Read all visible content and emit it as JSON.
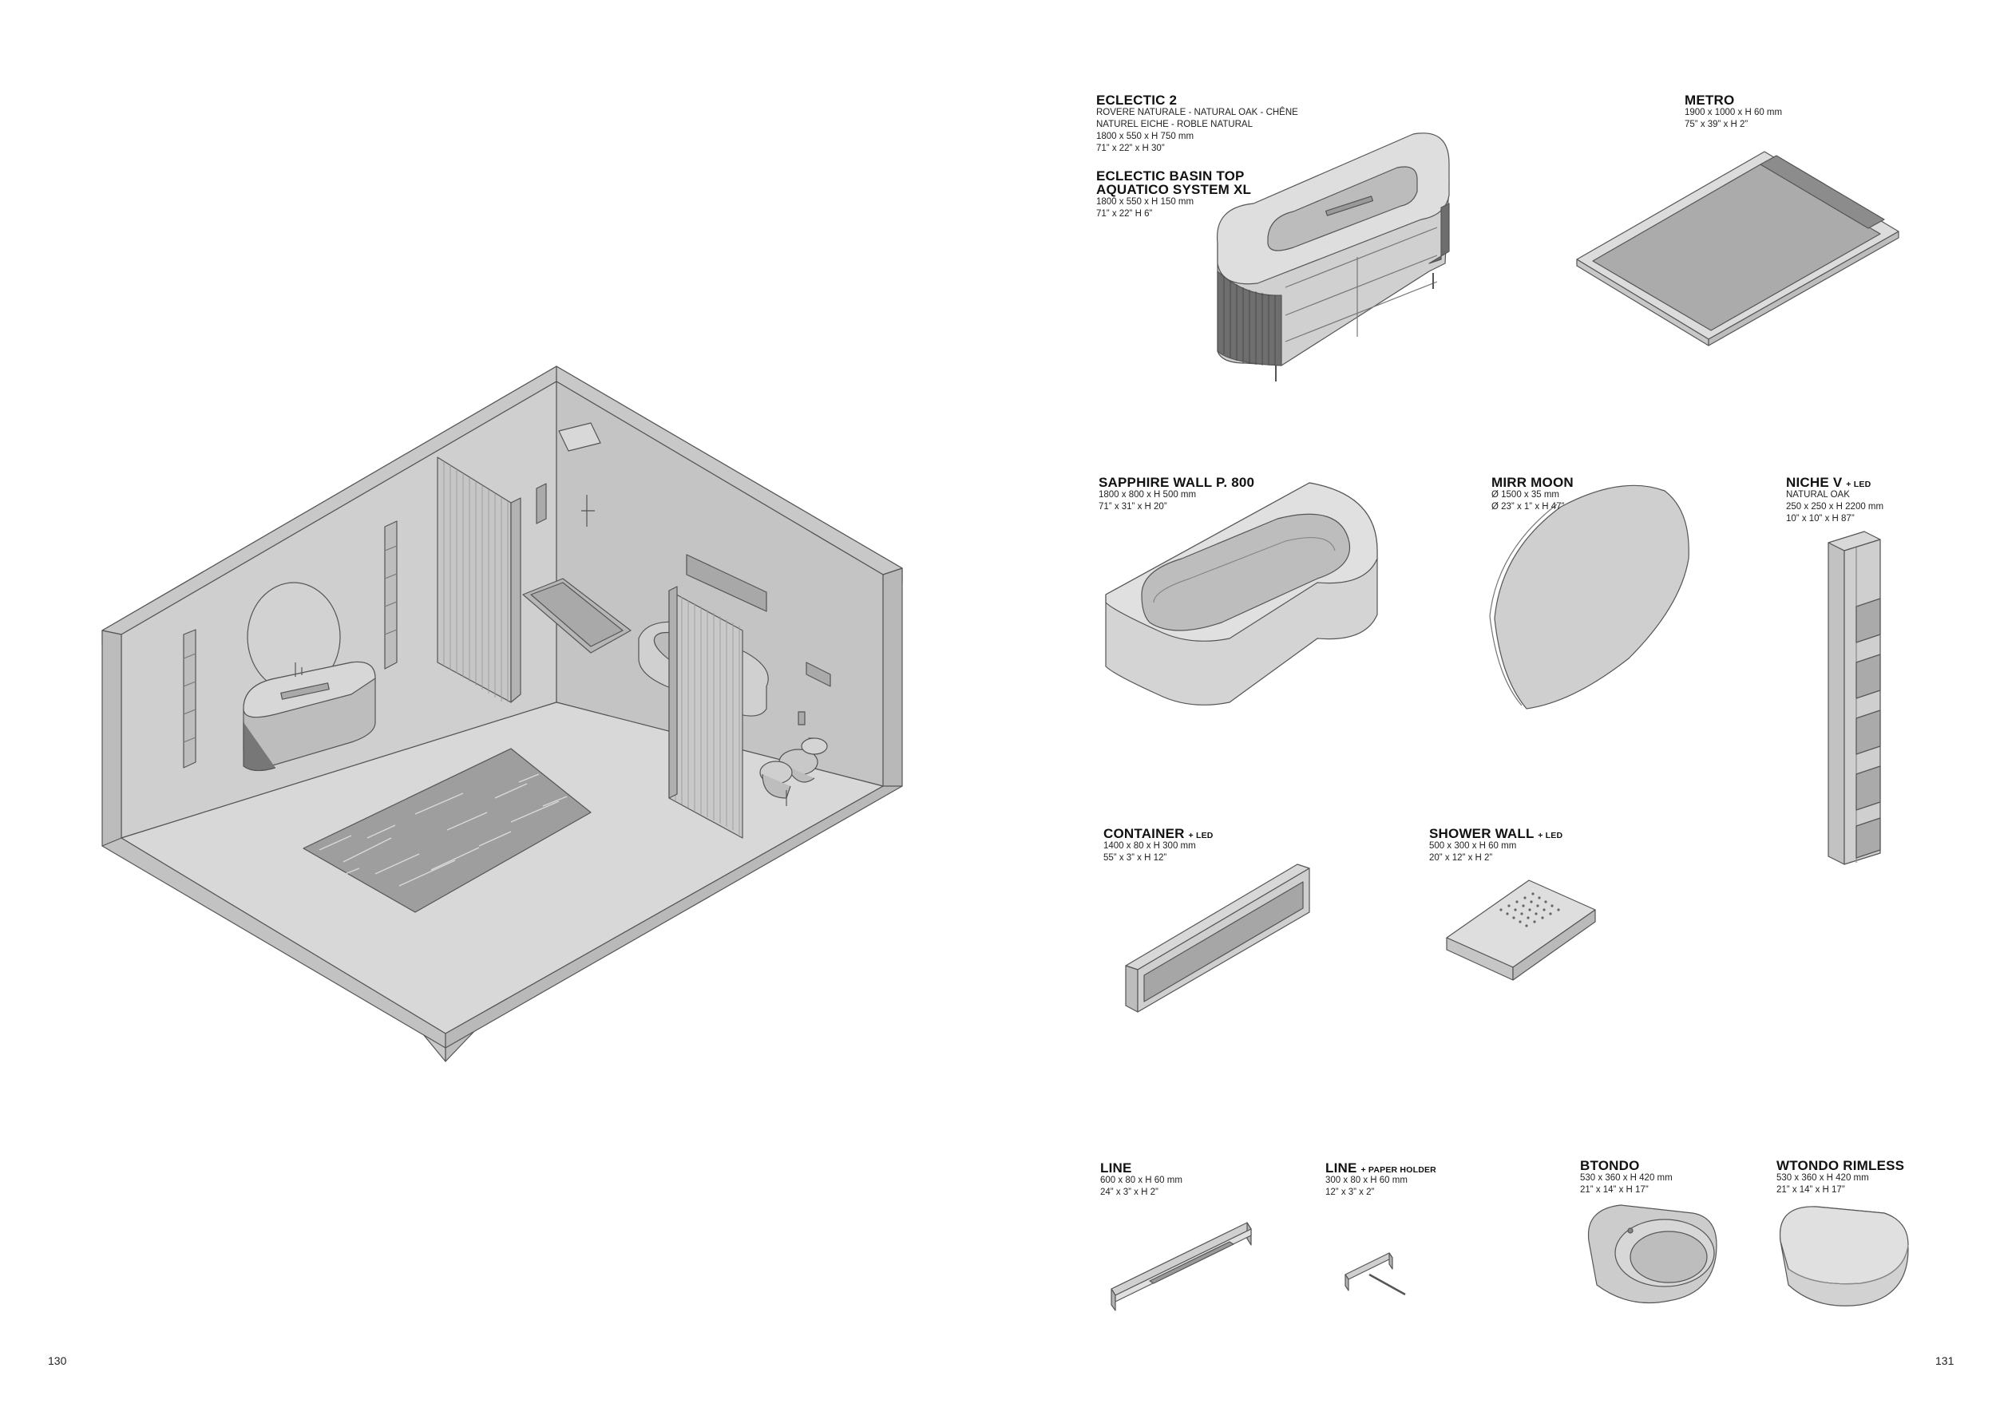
{
  "page_numbers": {
    "left": "130",
    "right": "131"
  },
  "products": [
    {
      "id": "eclectic-2",
      "title": "ECLECTIC 2",
      "suffix": "",
      "lines": [
        "ROVERE NATURALE - NATURAL OAK - CHÊNE",
        "NATUREL EICHE - ROBLE NATURAL",
        "1800 x 550 x H 750 mm",
        "71” x 22” x H 30”"
      ]
    },
    {
      "id": "eclectic-basin-top",
      "title": "ECLECTIC BASIN TOP",
      "title2": "AQUATICO SYSTEM XL",
      "suffix": "",
      "lines": [
        "1800 x 550 x H 150 mm",
        "71” x 22” H 6”"
      ]
    },
    {
      "id": "metro",
      "title": "METRO",
      "suffix": "",
      "lines": [
        "1900 x 1000 x H 60 mm",
        "75” x 39” x H 2”"
      ]
    },
    {
      "id": "sapphire-wall",
      "title": "SAPPHIRE WALL P. 800",
      "suffix": "",
      "lines": [
        "1800 x 800 x H 500 mm",
        "71” x 31” x H 20”"
      ]
    },
    {
      "id": "mirr-moon",
      "title": "MIRR MOON",
      "suffix": "",
      "lines": [
        "Ø 1500 x 35 mm",
        "Ø 23” x 1” x H 47”"
      ]
    },
    {
      "id": "niche-v",
      "title": "NICHE V",
      "suffix": "+ LED",
      "lines": [
        "NATURAL OAK",
        "250 x 250 x H 2200 mm",
        "10” x 10” x H 87”"
      ]
    },
    {
      "id": "container",
      "title": "CONTAINER",
      "suffix": "+ LED",
      "lines": [
        "1400 x 80 x H 300 mm",
        "55” x 3” x H 12”"
      ]
    },
    {
      "id": "shower-wall",
      "title": "SHOWER WALL",
      "suffix": "+ LED",
      "lines": [
        "500 x 300 x H 60 mm",
        "20” x 12” x H 2”"
      ]
    },
    {
      "id": "line",
      "title": "LINE",
      "suffix": "",
      "lines": [
        "600  x 80 x H 60 mm",
        "24” x 3” x H 2”"
      ]
    },
    {
      "id": "line-paper-holder",
      "title": "LINE",
      "suffix": "+ PAPER HOLDER",
      "lines": [
        "300 x 80 x H 60 mm",
        "12” x 3” x 2”"
      ]
    },
    {
      "id": "btondo",
      "title": "BTONDO",
      "suffix": "",
      "lines": [
        "530 x 360 x H 420 mm",
        "21” x 14” x H 17”"
      ]
    },
    {
      "id": "wtondo-rimless",
      "title": "WTONDO RIMLESS",
      "suffix": "",
      "lines": [
        "530 x 360 x H 420 mm",
        "21” x 14” x H 17”"
      ]
    }
  ]
}
